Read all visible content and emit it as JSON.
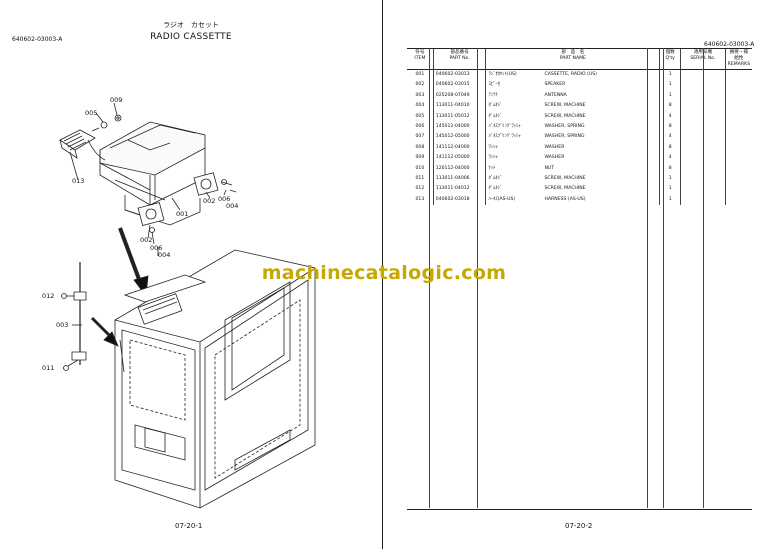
{
  "left_page": {
    "title_jp": "ラジオ　カセット",
    "title_en": "RADIO CASSETTE",
    "doc_id": "640602-03003-A",
    "page_number": "07-20-1",
    "callouts": [
      "009",
      "005",
      "013",
      "001",
      "002",
      "006",
      "004",
      "002",
      "006",
      "004",
      "012",
      "003",
      "011"
    ]
  },
  "right_page": {
    "doc_id": "640602-03003-A",
    "page_number": "07-20-2",
    "headers": {
      "item_jp": "符号",
      "item_en": "ITEM",
      "partno_jp": "部品番号",
      "partno_en": "PART No.",
      "name_jp": "部　品　名",
      "name_en": "PART NAME",
      "qty_jp": "個数",
      "qty_en": "Q'ty",
      "serial_jp": "適用号機",
      "serial_en": "SERIAL No.",
      "remarks_jp": "摘要・補給性",
      "remarks_en": "REMARKS"
    },
    "rows": [
      {
        "item": "001",
        "partno": "040602-03013",
        "name_jp": "ﾗｼﾞｵｶｾｯﾄ(US)",
        "name_en": "CASSETTE, RADIO (US)",
        "qty": "1"
      },
      {
        "item": "002",
        "partno": "040602-03015",
        "name_jp": "ｽﾋﾟｰｶ",
        "name_en": "SPEAKER",
        "qty": "1"
      },
      {
        "item": "003",
        "partno": "025208-07049",
        "name_jp": "ｱﾝﾃﾅ",
        "name_en": "ANTENNA",
        "qty": "1"
      },
      {
        "item": "004",
        "partno": "113011-04010",
        "name_jp": "ﾀﾞﾑﾈｼﾞ",
        "name_en": "SCREW, MACHINE",
        "qty": "8"
      },
      {
        "item": "005",
        "partno": "113011-05012",
        "name_jp": "ﾀﾞﾑﾈｼﾞ",
        "name_en": "SCREW, MACHINE",
        "qty": "4"
      },
      {
        "item": "006",
        "partno": "145012-04000",
        "name_jp": "ﾊﾞﾈｽﾌﾟﾘﾝｸﾞﾜｯｼｬ",
        "name_en": "WASHER, SPRING",
        "qty": "8"
      },
      {
        "item": "007",
        "partno": "145012-05000",
        "name_jp": "ﾊﾞﾈｽﾌﾟﾘﾝｸﾞﾜｯｼｬ",
        "name_en": "WASHER, SPRING",
        "qty": "4"
      },
      {
        "item": "008",
        "partno": "141112-04000",
        "name_jp": "ﾜｯｼｬ",
        "name_en": "WASHER",
        "qty": "8"
      },
      {
        "item": "009",
        "partno": "141112-05000",
        "name_jp": "ﾜｯｼｬ",
        "name_en": "WASHER",
        "qty": "4"
      },
      {
        "item": "010",
        "partno": "120112-04000",
        "name_jp": "ﾅｯﾄ",
        "name_en": "NUT",
        "qty": "8"
      },
      {
        "item": "011",
        "partno": "113011-04006",
        "name_jp": "ﾀﾞﾑﾈｼﾞ",
        "name_en": "SCREW, MACHINE",
        "qty": "1"
      },
      {
        "item": "012",
        "partno": "113011-04012",
        "name_jp": "ﾀﾞﾑﾈｼﾞ",
        "name_en": "SCREW, MACHINE",
        "qty": "1"
      },
      {
        "item": "013",
        "partno": "040602-03018",
        "name_jp": "ﾊｰﾈｽ(AS-US)",
        "name_en": "HARNESS (AS-US)",
        "qty": "1"
      }
    ]
  },
  "watermark": "machinecatalogic.com"
}
